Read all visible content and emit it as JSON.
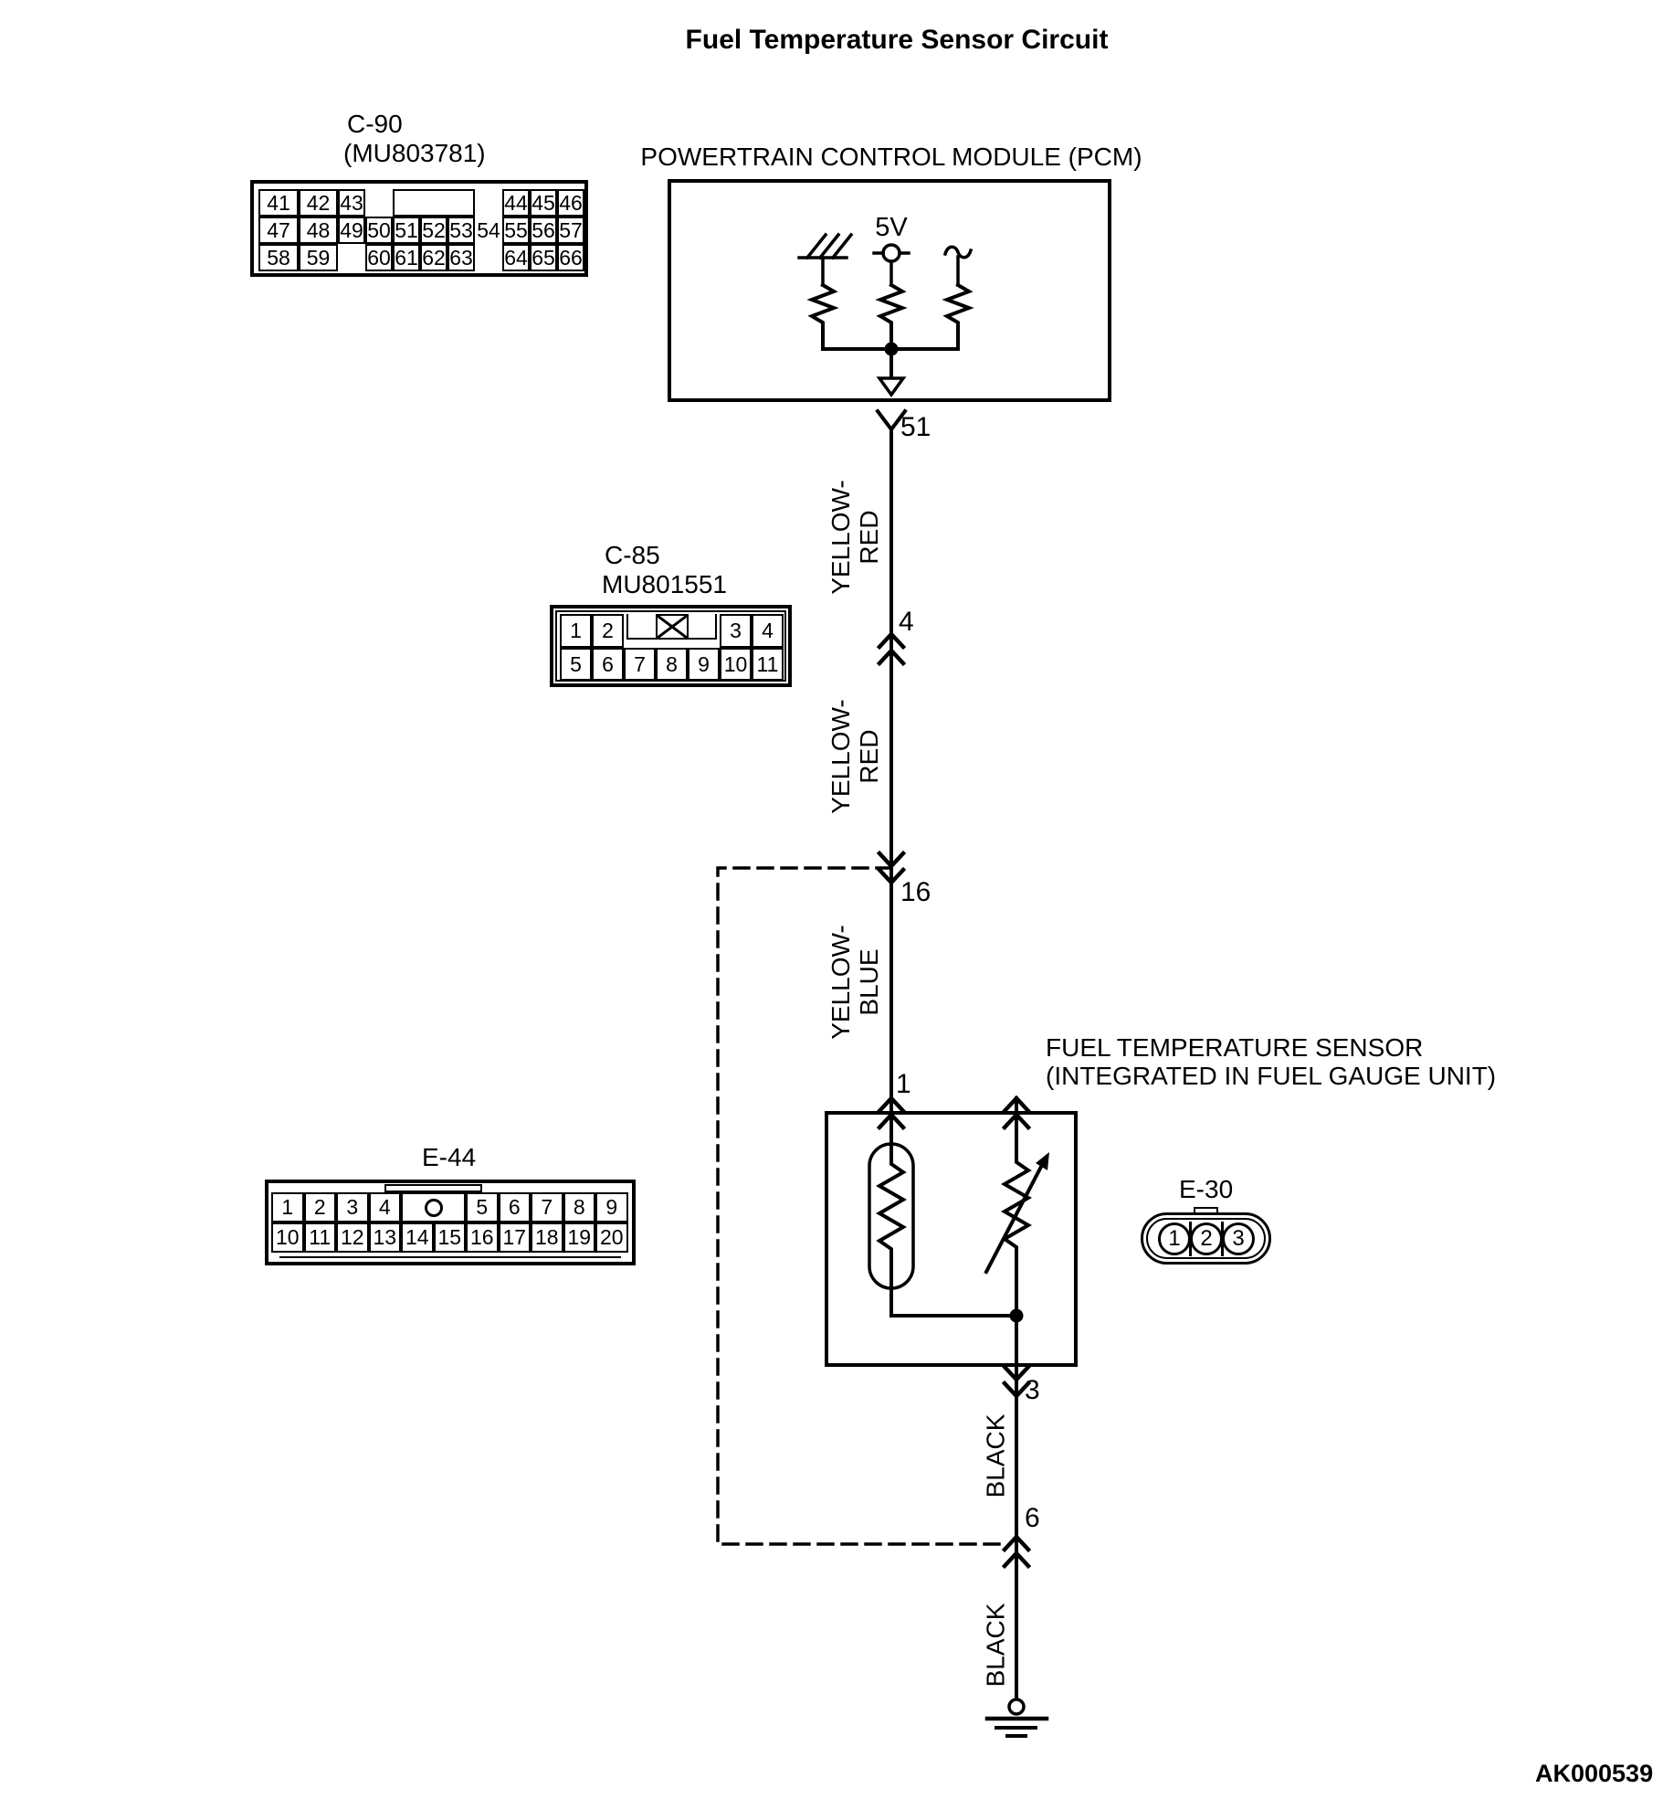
{
  "colors": {
    "ink": "#000000",
    "paper": "#ffffff"
  },
  "title": "Fuel Temperature Sensor Circuit",
  "footer_code": "AK000539",
  "pcm": {
    "title": "POWERTRAIN CONTROL MODULE (PCM)",
    "supply_label": "5V"
  },
  "sensor": {
    "label_line1": "FUEL TEMPERATURE SENSOR",
    "label_line2": "(INTEGRATED IN FUEL GAUGE UNIT)"
  },
  "connectors": {
    "c90": {
      "name": "C-90",
      "part": "(MU803781)",
      "cells": [
        "41",
        "42",
        "43",
        "44",
        "45",
        "46",
        "47",
        "48",
        "49",
        "50",
        "51",
        "52",
        "53",
        "54",
        "55",
        "56",
        "57",
        "58",
        "59",
        "60",
        "61",
        "62",
        "63",
        "64",
        "65",
        "66"
      ]
    },
    "c85": {
      "name": "C-85",
      "part": "MU801551",
      "cells": [
        "1",
        "2",
        "3",
        "4",
        "5",
        "6",
        "7",
        "8",
        "9",
        "10",
        "11"
      ]
    },
    "e44": {
      "name": "E-44",
      "cells": [
        "1",
        "2",
        "3",
        "4",
        "5",
        "6",
        "7",
        "8",
        "9",
        "10",
        "11",
        "12",
        "13",
        "14",
        "15",
        "16",
        "17",
        "18",
        "19",
        "20"
      ]
    },
    "e30": {
      "name": "E-30",
      "cells": [
        "1",
        "2",
        "3"
      ]
    }
  },
  "pins": {
    "pcm_out": "51",
    "c85_pass": "4",
    "intermediate": "16",
    "sensor_in": "1",
    "sensor_out": "3",
    "ground_joint": "6"
  },
  "wire_colors": {
    "seg1_line1": "YELLOW-",
    "seg1_line2": "RED",
    "seg2_line1": "YELLOW-",
    "seg2_line2": "RED",
    "seg3_line1": "YELLOW-",
    "seg3_line2": "BLUE",
    "seg4": "BLACK",
    "seg5": "BLACK"
  }
}
